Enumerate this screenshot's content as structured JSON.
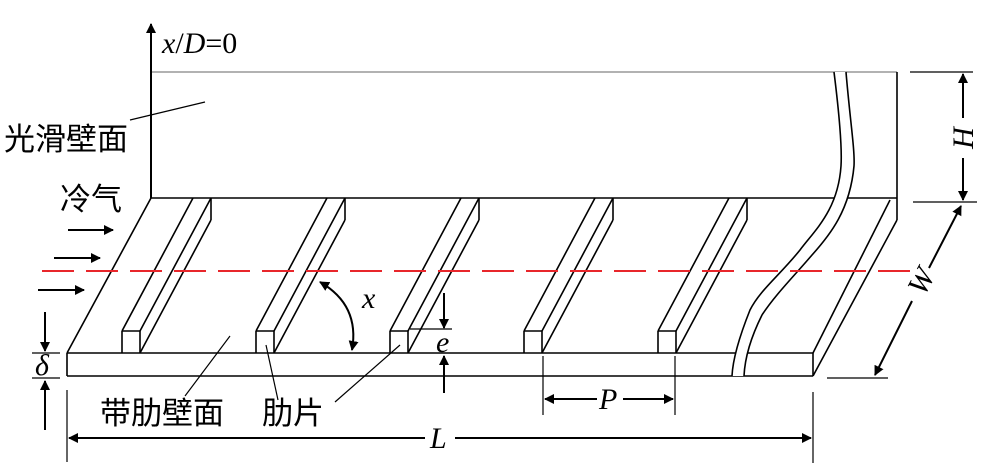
{
  "labels": {
    "origin_x": "x",
    "origin_slash": "/",
    "origin_D": "D",
    "origin_eq": "=0",
    "smooth_wall": "光滑壁面",
    "coolant": "冷气",
    "ribbed_wall": "带肋壁面",
    "rib": "肋片",
    "angle": "x",
    "rib_height": "e",
    "wall_thickness": "δ",
    "length": "L",
    "pitch": "P",
    "height": "H",
    "width": "W"
  },
  "colors": {
    "centerline": "#e8262b",
    "lines": "#000000",
    "top_edge": "#999999"
  }
}
